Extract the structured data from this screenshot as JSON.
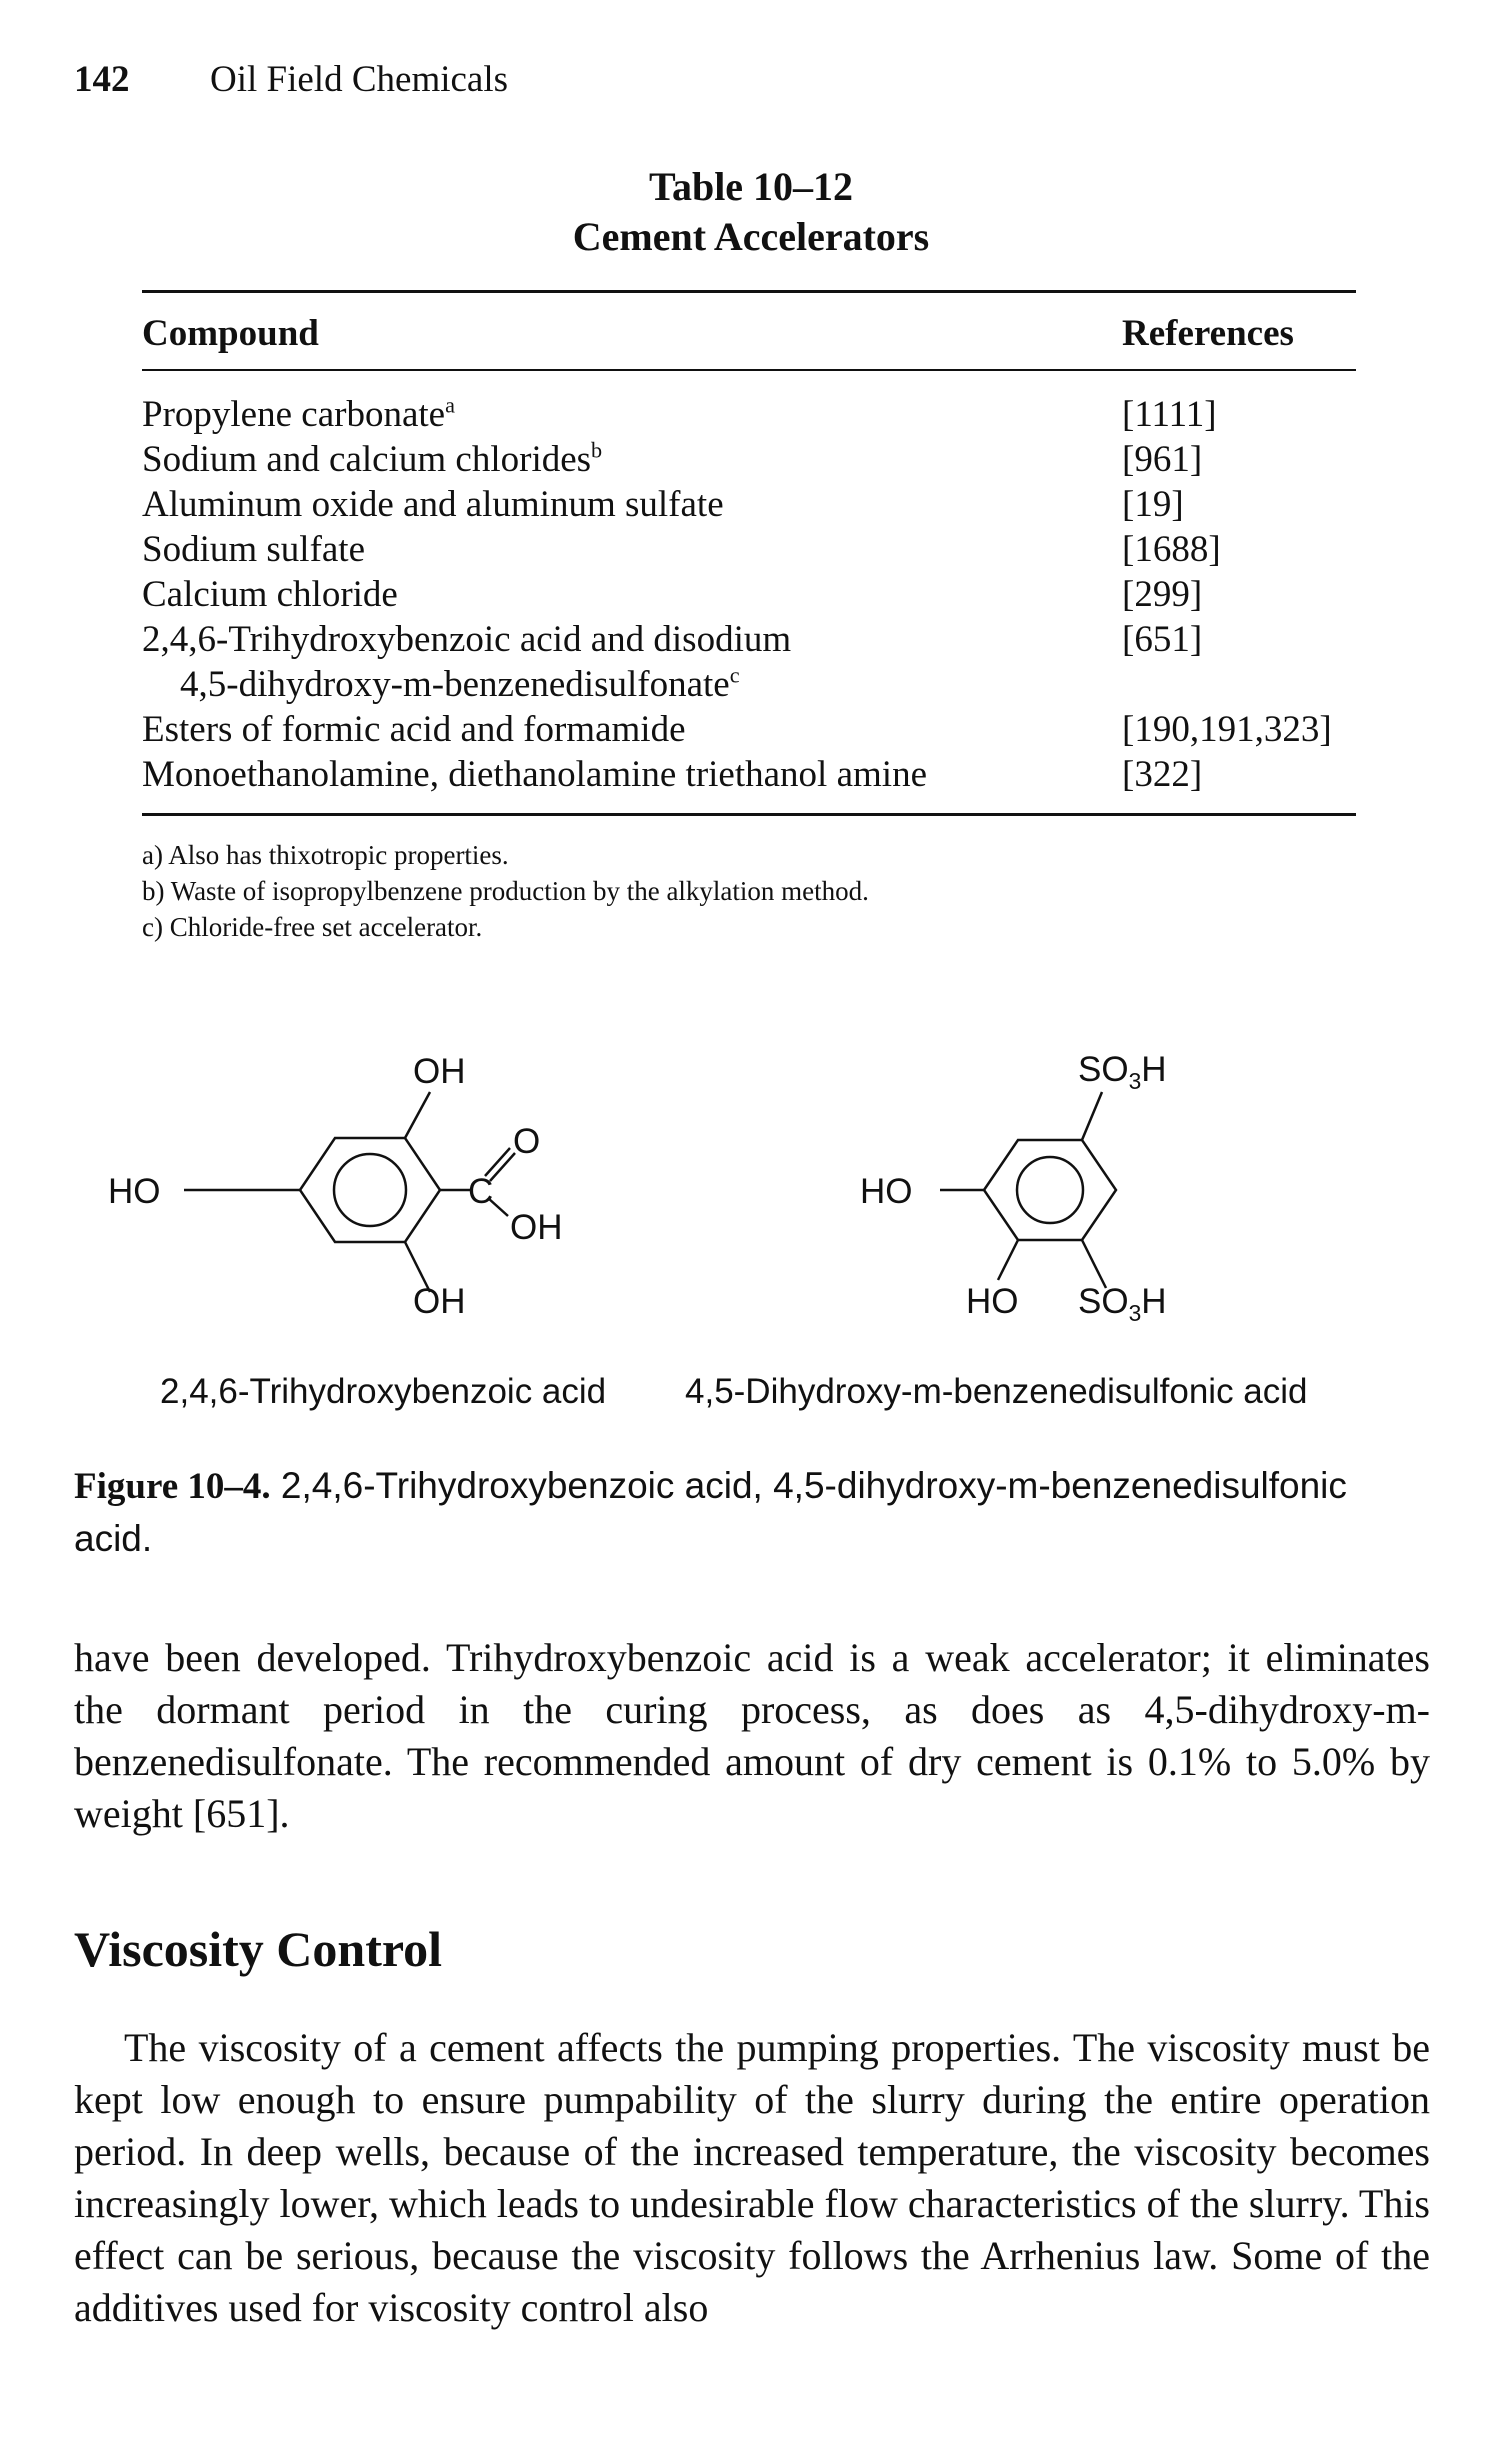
{
  "header": {
    "page_number": "142",
    "running_title": "Oil Field Chemicals"
  },
  "table": {
    "number": "Table 10–12",
    "title": "Cement Accelerators",
    "col_compound": "Compound",
    "col_references": "References",
    "rows": [
      {
        "compound": "Propylene carbonate",
        "sup": "a",
        "ref": "[1111]"
      },
      {
        "compound": "Sodium and calcium chlorides",
        "sup": "b",
        "ref": "[961]"
      },
      {
        "compound": "Aluminum oxide and aluminum sulfate",
        "sup": "",
        "ref": "[19]"
      },
      {
        "compound": "Sodium sulfate",
        "sup": "",
        "ref": "[1688]"
      },
      {
        "compound": "Calcium chloride",
        "sup": "",
        "ref": "[299]"
      },
      {
        "compound": "2,4,6-Trihydroxybenzoic acid and disodium",
        "sup": "",
        "ref": "[651]"
      },
      {
        "compound": "4,5-dihydroxy-m-benzenedisulfonate",
        "sup": "c",
        "ref": ""
      },
      {
        "compound": "Esters of formic acid and formamide",
        "sup": "",
        "ref": "[190,191,323]"
      },
      {
        "compound": "Monoethanolamine, diethanolamine triethanol amine",
        "sup": "",
        "ref": "[322]"
      }
    ],
    "footnotes": [
      "a) Also has thixotropic properties.",
      "b) Waste of isopropylbenzene production by the alkylation method.",
      "c) Chloride-free set accelerator."
    ]
  },
  "figure": {
    "mol1": {
      "name": "2,4,6-Trihydroxybenzoic acid",
      "oh": "OH",
      "ho": "HO",
      "o": "O",
      "c": "C"
    },
    "mol2": {
      "name": "4,5-Dihydroxy-m-benzenedisulfonic acid",
      "so3h_a": "SO",
      "so3h_b": "H",
      "sub3": "3",
      "ho": "HO"
    },
    "caption_label": "Figure 10–4.",
    "caption_text": " 2,4,6-Trihydroxybenzoic acid, 4,5-dihydroxy-m-benzenedisulfonic acid."
  },
  "body": {
    "para1": "have been developed. Trihydroxybenzoic acid is a weak accelerator; it eliminates the dormant period in the curing process, as does as 4,5-dihydroxy-m-benzenedisulfonate. The recommended amount of dry cement is 0.1% to 5.0% by weight [651].",
    "heading": "Viscosity Control",
    "para2": "The viscosity of a cement affects the pumping properties. The viscosity must be kept low enough to ensure pumpability of the slurry during the entire operation period. In deep wells, because of the increased temperature, the viscosity becomes increasingly lower, which leads to undesirable flow characteristics of the slurry. This effect can be serious, because the viscosity follows the Arrhenius law. Some of the additives used for viscosity control also"
  }
}
